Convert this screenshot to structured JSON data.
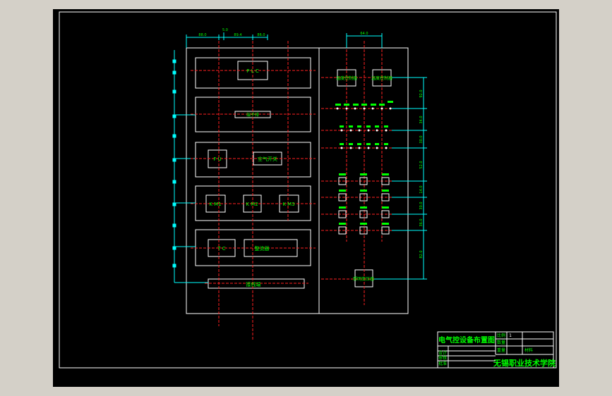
{
  "drawing": {
    "left_panel": {
      "plc": "P L C",
      "terminal_strip": "端子排",
      "fu": "F U",
      "air_switch": "空气开关",
      "km1": "K M1",
      "km2": "K M2",
      "km3": "K M3",
      "tc": "T C",
      "rectifier": "整流器",
      "bottom_strip": "接线端"
    },
    "right_panel": {
      "box1": "温度控制器",
      "box2": "温度控制器",
      "lamp_box": "照明变压器"
    },
    "dimensions": {
      "top_left_a": "88.0",
      "top_left_b": "5.0",
      "top_left_c": "89.4",
      "top_left_d": "86.0",
      "top_right": "64.0",
      "right_1": "92.0",
      "right_2": "34.0",
      "right_3": "30.0",
      "right_4": "52.0",
      "right_5": "14.0",
      "right_6": "30.0",
      "right_7": "36.0",
      "right_8": "82.0"
    },
    "title_block": {
      "title": "电气控设备布置图",
      "school": "无锡职业技术学院",
      "row_labels": [
        "设计",
        "审核",
        "批准"
      ],
      "right_labels": [
        "比例",
        "数量",
        "重量",
        "材料"
      ],
      "scale_value": "1"
    }
  }
}
